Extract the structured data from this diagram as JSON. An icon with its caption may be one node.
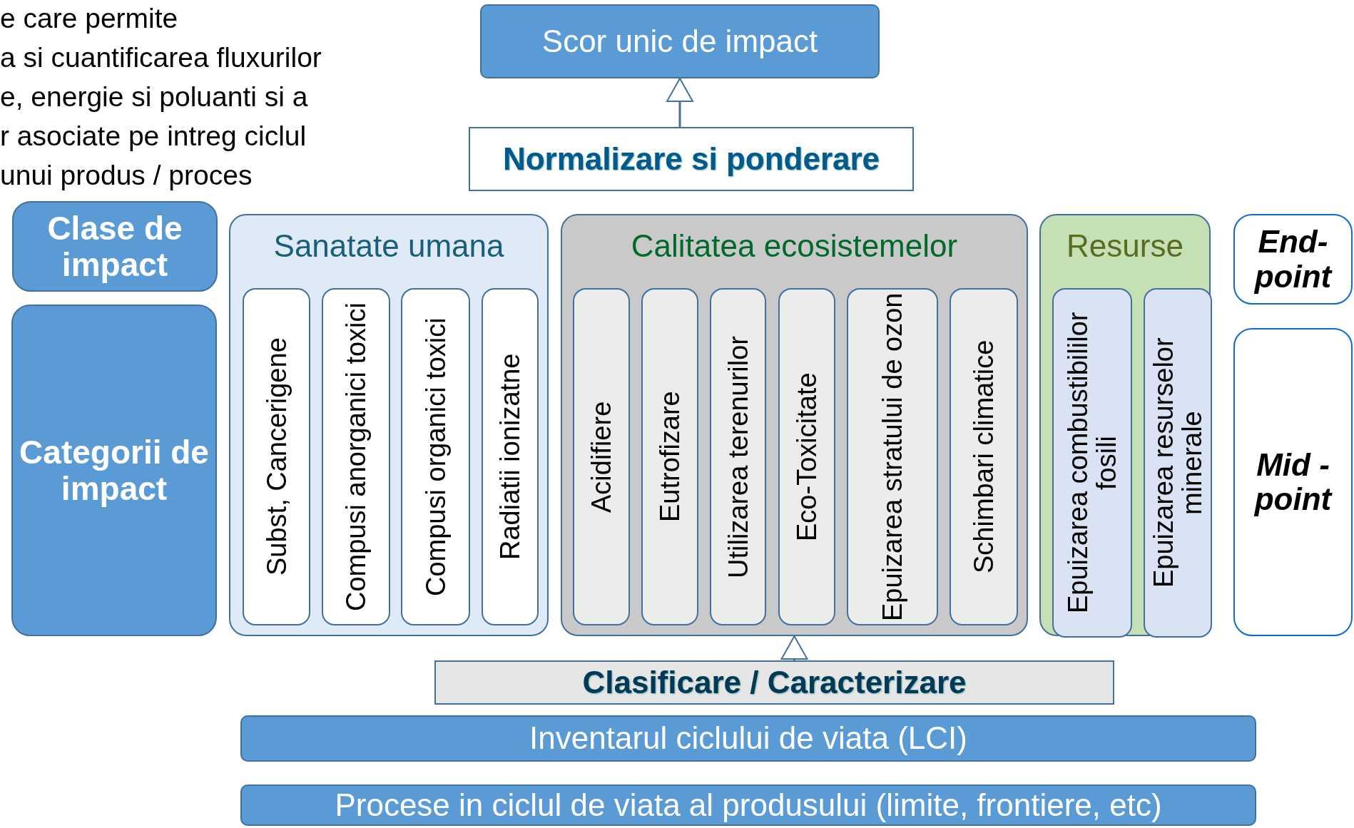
{
  "diagram": {
    "nodes": [
      {
        "text": [
          "Scor unic de impact"
        ]
      },
      {
        "text": [
          "Normalizare si ponderare"
        ]
      },
      {
        "text": [
          "Clase de impact"
        ]
      },
      {
        "text": [
          "Categorii de impact"
        ]
      },
      {
        "text": [
          "Sanatate umana"
        ]
      },
      {
        "text": [
          "Subst, Cancerigene"
        ],
        "in": 4
      },
      {
        "text": [
          "Compusi anorganici toxici"
        ],
        "in": 4
      },
      {
        "text": [
          "Compusi organici toxici"
        ],
        "in": 4
      },
      {
        "text": [
          "Radiatii ionizatne"
        ],
        "in": 4
      },
      {
        "text": [
          "Calitatea ecosistemelor"
        ]
      },
      {
        "text": [
          "Acidifiere"
        ],
        "in": 9
      },
      {
        "text": [
          "Eutrofizare"
        ],
        "in": 9
      },
      {
        "text": [
          "Utilizarea terenurilor"
        ],
        "in": 9
      },
      {
        "text": [
          "Eco-Toxicitate"
        ],
        "in": 9
      },
      {
        "text": [
          "Epuizarea stratului de ozon"
        ],
        "in": 9
      },
      {
        "text": [
          "Schimbari climatice"
        ],
        "in": 9
      },
      {
        "text": [
          "Resurse"
        ]
      },
      {
        "text": [
          "Epuizarea combustibililor fosili"
        ],
        "in": 16
      },
      {
        "text": [
          "Epuizarea resurselor minerale"
        ],
        "in": 16
      },
      {
        "text": [
          "End- point"
        ]
      },
      {
        "text": [
          "Mid - point"
        ]
      },
      {
        "text": [
          "Clasificare / Caracterizare"
        ]
      },
      {
        "text": [
          "Inventarul ciclului de viata (LCI)"
        ]
      },
      {
        "text": [
          "Procese in ciclul de viata al produsului (limite, frontiere, etc)"
        ]
      }
    ],
    "edges": [
      {
        "from": 1,
        "to": 0,
        "arrow": "to"
      },
      {
        "from": 21,
        "to": 9,
        "arrow": "to"
      }
    ],
    "labels": [
      "e care permite",
      "a si cuantificarea fluxurilor",
      "e, energie si poluanti si a",
      "r asociate pe intreg ciclul",
      "unui produs / proces"
    ]
  }
}
